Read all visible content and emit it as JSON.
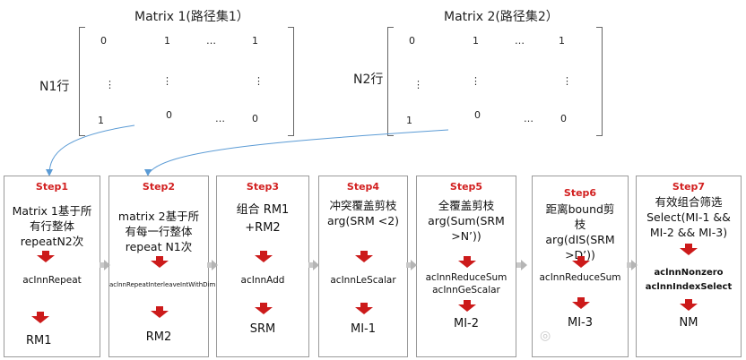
{
  "matrix1": {
    "title": "Matrix 1(路径集1）",
    "row_label": "N1行",
    "cells": [
      [
        "0",
        "1",
        "…",
        "1"
      ],
      [
        "⋮",
        "⋮",
        "",
        "⋮"
      ],
      [
        "1",
        "0",
        "…",
        "0"
      ]
    ]
  },
  "matrix2": {
    "title": "Matrix 2(路径集2）",
    "row_label": "N2行",
    "cells": [
      [
        "0",
        "1",
        "…",
        "1"
      ],
      [
        "⋮",
        "⋮",
        "",
        "⋮"
      ],
      [
        "1",
        "0",
        "…",
        "0"
      ]
    ]
  },
  "steps": [
    {
      "title": "Step1",
      "desc": "Matrix 1基于所有行整体repeatN2次",
      "ops": [
        "acInnRepeat"
      ],
      "output": "RM1"
    },
    {
      "title": "Step2",
      "desc": "matrix 2基于所有每一行整体repeat N1次",
      "ops": [
        "aclnnRepeatInterleaveIntWithDim"
      ],
      "output": "RM2"
    },
    {
      "title": "Step3",
      "desc": "组合 RM1 +RM2",
      "ops": [
        "acInnAdd"
      ],
      "output": "SRM"
    },
    {
      "title": "Step4",
      "desc": "冲突覆盖剪枝 arg(SRM <2)",
      "ops": [
        "acInnLeScalar"
      ],
      "output": "MI-1"
    },
    {
      "title": "Step5",
      "desc": "全覆盖剪枝 arg(Sum(SRM >N’))",
      "ops": [
        "aclnnReduceSum",
        "acInnGeScalar"
      ],
      "output": "MI-2"
    },
    {
      "title": "Step6",
      "desc": "距离bound剪枝 arg(dIS(SRM >D’))",
      "ops": [
        "acInnReduceSum"
      ],
      "output": "MI-3"
    },
    {
      "title": "Step7",
      "desc": "有效组合筛选 Select(MI-1 && MI-2 && MI-3)",
      "ops": [
        "aclnnNonzero",
        "aclnnIndexSelect"
      ],
      "output": "NM"
    }
  ],
  "colors": {
    "step_title": "#d22020",
    "arrow": "#cc1a1a",
    "connector": "#5b9bd5"
  }
}
